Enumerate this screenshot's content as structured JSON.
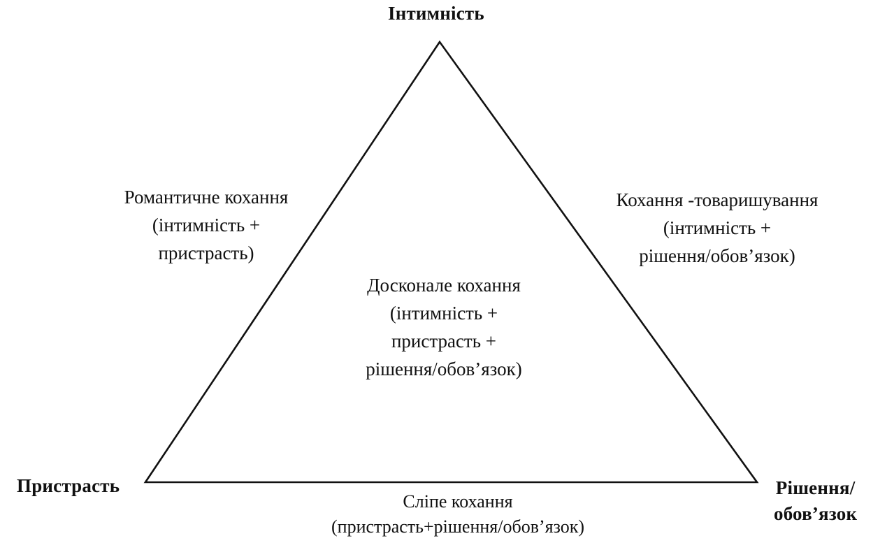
{
  "vertices": {
    "top": "Інтимність",
    "left": "Пристрасть",
    "right_line1": "Рішення/",
    "right_line2": "обов’язок"
  },
  "romantic": {
    "line1": "Романтичне кохання",
    "line2": "(інтимність +",
    "line3": "пристрасть)"
  },
  "companionate": {
    "line1": "Кохання -товаришування",
    "line2": "(інтимність +",
    "line3": "рішення/обов’язок)"
  },
  "consummate": {
    "line1": "Досконале кохання",
    "line2": "(інтимність +",
    "line3": "пристрасть +",
    "line4": "рішення/обов’язок)"
  },
  "fatuous": {
    "line1": "Сліпе кохання",
    "line2": "(пристрасть+рішення/обов’язок)"
  },
  "colors": {
    "line": "#111111",
    "background": "#ffffff"
  }
}
